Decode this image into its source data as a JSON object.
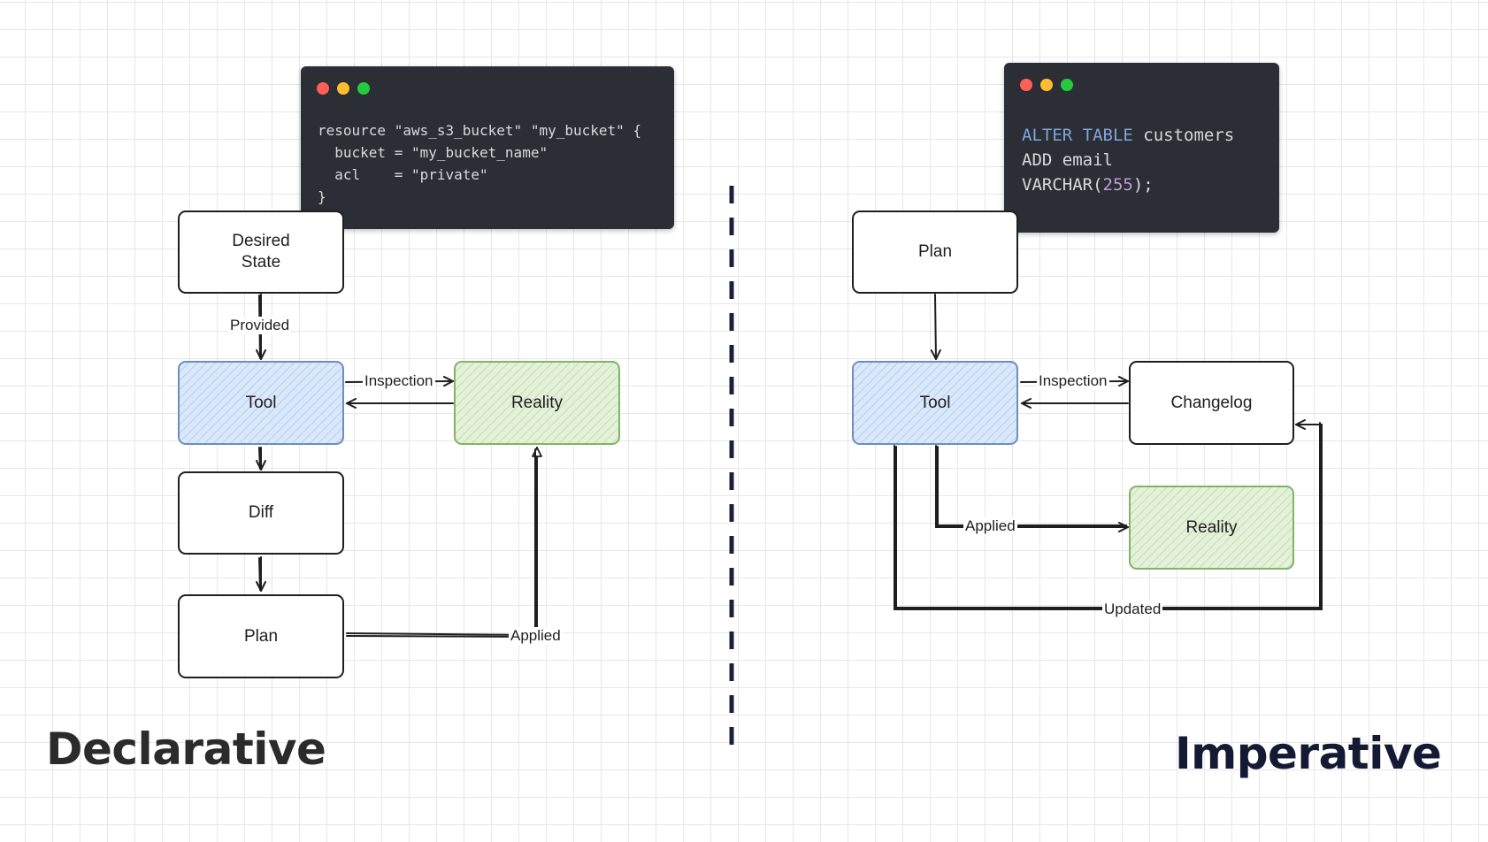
{
  "declarative": {
    "title": "Declarative",
    "code": {
      "lines": [
        "resource \"aws_s3_bucket\" \"my_bucket\" {",
        "  bucket = \"my_bucket_name\"",
        "  acl    = \"private\"",
        "}"
      ]
    },
    "nodes": {
      "desired_state": [
        "Desired",
        "State"
      ],
      "tool": "Tool",
      "reality": "Reality",
      "diff": "Diff",
      "plan": "Plan"
    },
    "edges": {
      "provided": "Provided",
      "inspection": "Inspection",
      "applied": "Applied"
    }
  },
  "imperative": {
    "title": "Imperative",
    "code": {
      "line1_kw": "ALTER TABLE",
      "line1_rest": " customers",
      "line2": "ADD email",
      "line3_pre": "VARCHAR(",
      "line3_num": "255",
      "line3_post": ");"
    },
    "nodes": {
      "plan": "Plan",
      "tool": "Tool",
      "changelog": "Changelog",
      "reality": "Reality"
    },
    "edges": {
      "inspection": "Inspection",
      "applied": "Applied",
      "updated": "Updated"
    }
  },
  "colors": {
    "window_bg": "#2b2e35",
    "dot_red": "#ff5f56",
    "dot_yellow": "#ffbd2e",
    "dot_green": "#27c93f",
    "tool_fill": "#dae8fc",
    "tool_stroke": "#6c8ebf",
    "reality_fill": "#e3f1d9",
    "reality_stroke": "#82b366",
    "left_title": "#2b2b2b",
    "right_title": "#141a33",
    "divider": "#1a1f3a"
  }
}
